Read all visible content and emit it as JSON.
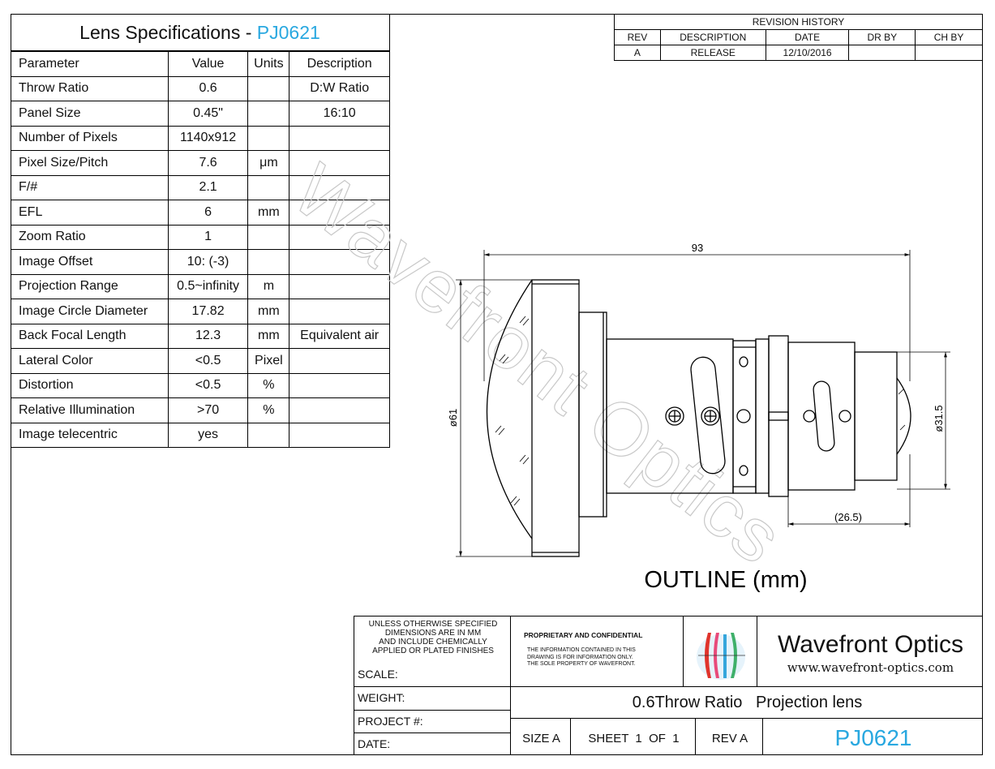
{
  "spec": {
    "title": "Lens Specifications - ",
    "part": "PJ0621",
    "headers": [
      "Parameter",
      "Value",
      "Units",
      "Description"
    ],
    "rows": [
      [
        "Throw Ratio",
        "0.6",
        "",
        "D:W Ratio"
      ],
      [
        "Panel Size",
        "0.45\"",
        "",
        "16:10"
      ],
      [
        "Number of Pixels",
        "1140x912",
        "",
        ""
      ],
      [
        "Pixel Size/Pitch",
        "7.6",
        "μm",
        ""
      ],
      [
        "F/#",
        "2.1",
        "",
        ""
      ],
      [
        "EFL",
        "6",
        "mm",
        ""
      ],
      [
        "Zoom Ratio",
        "1",
        "",
        ""
      ],
      [
        "Image Offset",
        "10: (-3)",
        "",
        ""
      ],
      [
        "Projection Range",
        "0.5~infinity",
        "m",
        ""
      ],
      [
        "Image Circle Diameter",
        "17.82",
        "mm",
        ""
      ],
      [
        "Back Focal Length",
        "12.3",
        "mm",
        "Equivalent air"
      ],
      [
        "Lateral Color",
        "<0.5",
        "Pixel",
        ""
      ],
      [
        "Distortion",
        "<0.5",
        "%",
        ""
      ],
      [
        "Relative Illumination",
        ">70",
        "%",
        ""
      ],
      [
        "Image telecentric",
        "yes",
        "",
        ""
      ]
    ]
  },
  "revision": {
    "title": "REVISION HISTORY",
    "headers": [
      "REV",
      "DESCRIPTION",
      "DATE",
      "DR BY",
      "CH BY"
    ],
    "rows": [
      [
        "A",
        "RELEASE",
        "12/10/2016",
        "",
        ""
      ]
    ]
  },
  "drawing": {
    "dim_length": "93",
    "dim_front_dia": "ø61",
    "dim_rear_dia": "ø31.5",
    "dim_rear_len": "(26.5)",
    "caption": "OUTLINE (mm)",
    "watermark": "Wavefront Optics"
  },
  "title_block": {
    "notes": [
      "UNLESS OTHERWISE SPECIFIED",
      "DIMENSIONS ARE IN MM",
      "AND INCLUDE CHEMICALLY",
      "APPLIED OR PLATED FINISHES"
    ],
    "scale_label": "SCALE:",
    "weight_label": "WEIGHT:",
    "project_label": "PROJECT #:",
    "date_label": "DATE:",
    "proprietary_title": "PROPRIETARY AND CONFIDENTIAL",
    "proprietary_lines": [
      "THE INFORMATION CONTAINED IN THIS",
      "DRAWING IS FOR INFORMATION ONLY.",
      "THE SOLE PROPERTY OF WAVEFRONT."
    ],
    "company": "Wavefront Optics",
    "website": "www.wavefront-optics.com",
    "drawing_title": "0.6Throw Ratio   Projection lens",
    "size": "SIZE A",
    "sheet": "SHEET  1  OF  1",
    "rev": "REV A",
    "part": "PJ0621"
  },
  "colors": {
    "accent": "#29a8e0",
    "line": "#000000",
    "watermark": "#c8c8c8"
  }
}
